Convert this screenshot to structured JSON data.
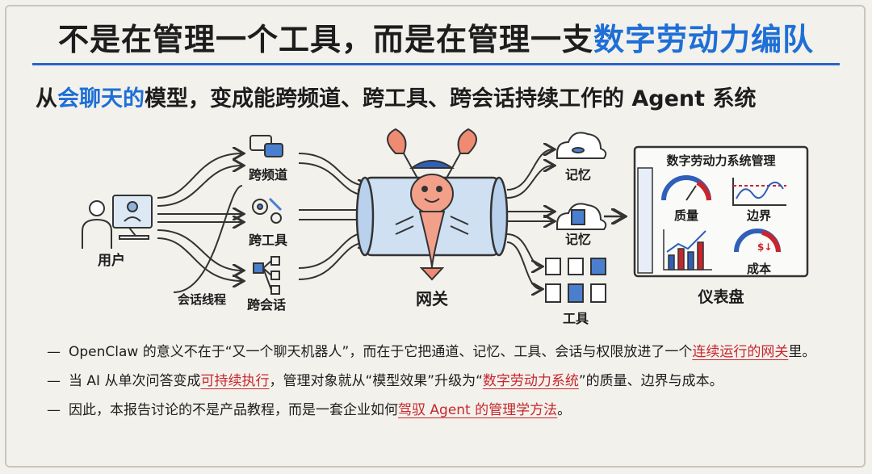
{
  "title": {
    "part1": "不是在管理一个工具，而是在管理一支",
    "highlight": "数字劳动力编队"
  },
  "subtitle": {
    "pre": "从",
    "highlight": "会聊天的",
    "post": "模型，变成能跨频道、跨工具、跨会话持续工作的 Agent 系统"
  },
  "diagram": {
    "user_label": "用户",
    "channel_label": "跨频道",
    "tool_label": "跨工具",
    "session_label": "跨会话",
    "thread_label": "会话线程",
    "gateway_label": "网关",
    "memory1_label": "记忆",
    "memory2_label": "记忆",
    "tools_label": "工具",
    "dashboard_title": "数字劳动力系统管理",
    "quality_label": "质量",
    "boundary_label": "边界",
    "cost_label": "成本",
    "dashboard_label": "仪表盘"
  },
  "bullets": [
    {
      "dash": "—",
      "pre": "OpenClaw 的意义不在于“又一个聊天机器人”，而在于它把通道、记忆、工具、会话与权限放进了一个",
      "hl": "连续运行的网关",
      "post": "里。"
    },
    {
      "dash": "—",
      "pre": "当 AI 从单次问答变成",
      "hl": "可持续执行",
      "mid": "，管理对象就从“模型效果”升级为“",
      "hl2": "数字劳动力系统",
      "post": "”的质量、边界与成本。"
    },
    {
      "dash": "—",
      "pre": "因此，本报告讨论的不是产品教程，而是一套企业如何",
      "hl": "驾驭 Agent 的管理学方法",
      "post": "。"
    }
  ]
}
